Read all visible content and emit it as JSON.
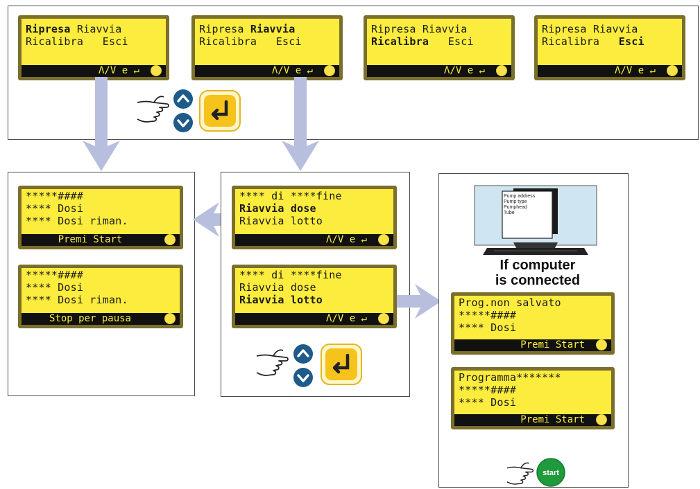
{
  "top_screens": [
    {
      "line1_a": "Ripresa",
      "line1_b": " Riavvia",
      "line2_a": "Ricalibra",
      "line2_b": "   Esci",
      "bold": "ripresa",
      "bar": "Λ/V e ↵"
    },
    {
      "line1_a": "Ripresa ",
      "line1_b": "Riavvia",
      "line2_a": "Ricalibra",
      "line2_b": "   Esci",
      "bold": "riavvia",
      "bar": "Λ/V e ↵"
    },
    {
      "line1_a": "Ripresa",
      "line1_b": " Riavvia",
      "line2_a": "Ricalibra",
      "line2_b": "   Esci",
      "bold": "ricalibra",
      "bar": "Λ/V e ↵"
    },
    {
      "line1_a": "Ripresa",
      "line1_b": " Riavvia",
      "line2_a": "Ricalibra",
      "line2_b": "   Esci",
      "bold": "esci",
      "bar": "Λ/V e ↵"
    }
  ],
  "left_screens": [
    {
      "line1": "*****####",
      "line2": "**** Dosi",
      "line3": "**** Dosi riman.",
      "bar": "Premi Start"
    },
    {
      "line1": "*****####",
      "line2": "**** Dosi",
      "line3": "**** Dosi riman.",
      "bar": "Stop per pausa"
    }
  ],
  "middle_screens": [
    {
      "line1": "**** di ****fine",
      "line2": "Riavvia dose",
      "line3": "Riavvia lotto",
      "bold_line": 2,
      "bar": "Λ/V e ↵"
    },
    {
      "line1": "**** di ****fine",
      "line2": "Riavvia dose",
      "line3": "Riavvia lotto",
      "bold_line": 3,
      "bar": "Λ/V e ↵"
    }
  ],
  "computer": {
    "screen_lines": [
      "Pump address",
      "Pump type",
      "Pumphead",
      "Tube"
    ],
    "caption_line1": "If computer",
    "caption_line2": "is connected"
  },
  "right_screens": [
    {
      "line1": "Prog.non salvato",
      "line2": "*****####",
      "line3": "**** Dosi",
      "bar": "Premi Start"
    },
    {
      "line1": "Programma*******",
      "line2": "*****####",
      "line3": "**** Dosi",
      "bar": "Premi Start"
    }
  ],
  "start_button": {
    "label": "start"
  },
  "colors": {
    "lcd_yellow": "#fcec3e",
    "lcd_frame": "#7a6f2c",
    "arrow": "#b8bede",
    "button_blue": "#1e5a8a",
    "enter_yellow": "#f6c21c",
    "start_green": "#1f9a3c"
  }
}
